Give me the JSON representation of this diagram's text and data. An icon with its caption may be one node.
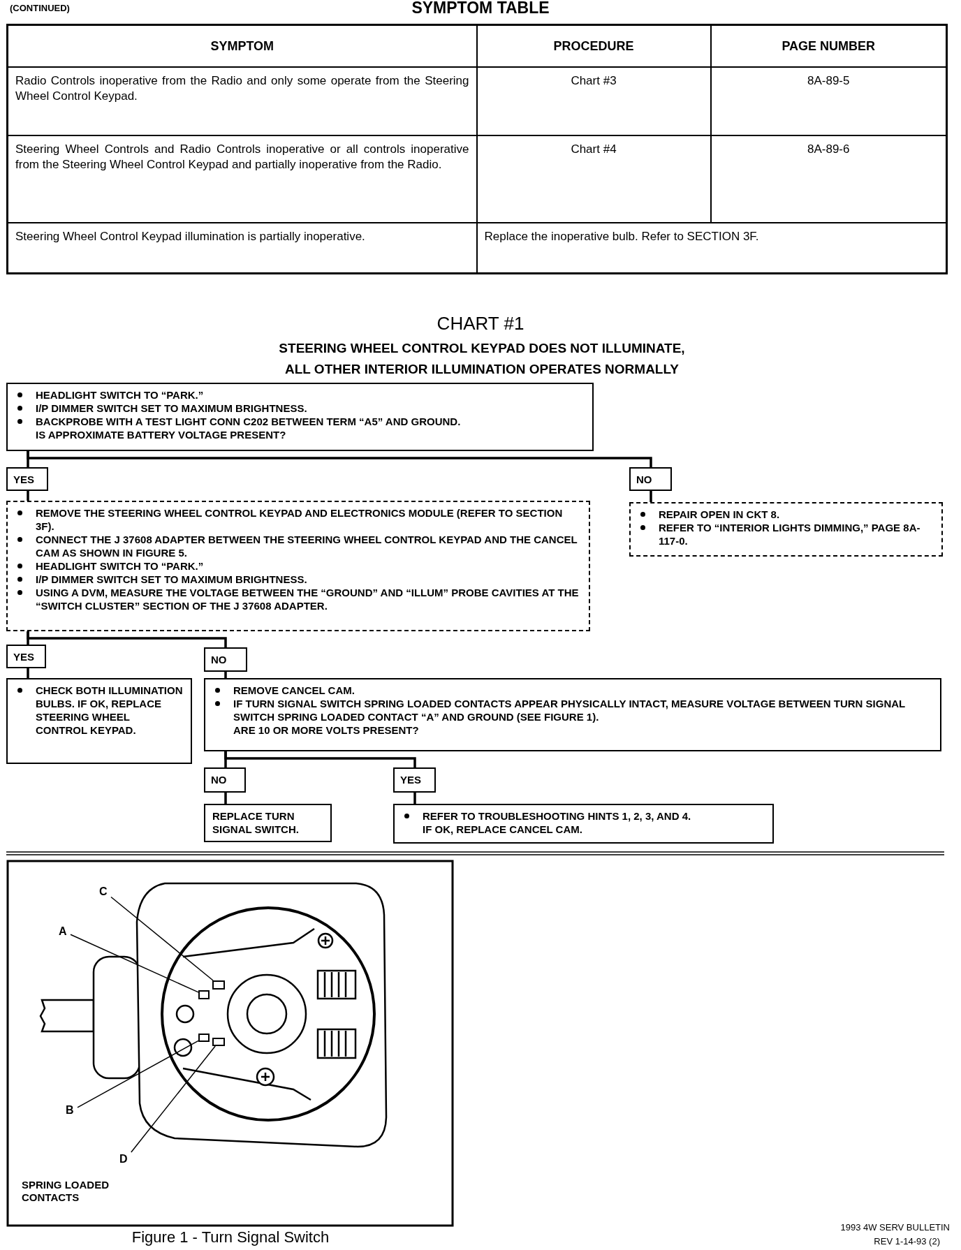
{
  "diagram": {
    "caption": "Figure 1 - Turn Signal Switch",
    "nodes": [
      {
        "text": [
          "HEADLIGHT SWITCH TO “PARK.”",
          "I/P DIMMER SWITCH SET TO MAXIMUM BRIGHTNESS.",
          "BACKPROBE WITH A TEST LIGHT CONN C202 BETWEEN TERM “A5” AND GROUND.",
          "IS APPROXIMATE BATTERY VOLTAGE PRESENT?"
        ]
      },
      {
        "text": [
          "YES"
        ]
      },
      {
        "text": [
          "NO"
        ]
      },
      {
        "text": [
          "REMOVE THE STEERING WHEEL CONTROL KEYPAD AND ELECTRONICS MODULE (REFER TO SECTION 3F).",
          "CONNECT THE J 37608 ADAPTER BETWEEN THE STEERING WHEEL CONTROL KEYPAD AND THE CANCEL CAM AS SHOWN IN FIGURE 5.",
          "HEADLIGHT SWITCH TO “PARK.”",
          "I/P DIMMER SWITCH SET TO MAXIMUM BRIGHTNESS.",
          "USING A DVM, MEASURE THE VOLTAGE BETWEEN THE “GROUND” AND “ILLUM” PROBE CAVITIES AT THE “SWITCH CLUSTER” SECTION OF THE J 37608 ADAPTER."
        ]
      },
      {
        "text": [
          "REPAIR OPEN IN CKT 8.",
          "REFER TO “INTERIOR LIGHTS DIMMING,” PAGE 8A-117-0."
        ]
      },
      {
        "text": [
          "YES"
        ]
      },
      {
        "text": [
          "NO"
        ]
      },
      {
        "text": [
          "CHECK BOTH ILLUMINATION BULBS. IF OK, REPLACE STEERING WHEEL CONTROL KEYPAD."
        ]
      },
      {
        "text": [
          "REMOVE CANCEL CAM.",
          "IF TURN SIGNAL SWITCH SPRING LOADED CONTACTS APPEAR PHYSICALLY INTACT, MEASURE VOLTAGE BETWEEN TURN SIGNAL SWITCH SPRING LOADED CONTACT “A” AND GROUND (SEE FIGURE 1).",
          "ARE 10 OR MORE VOLTS PRESENT?"
        ]
      },
      {
        "text": [
          "NO"
        ]
      },
      {
        "text": [
          "YES"
        ]
      },
      {
        "text": [
          "REPLACE TURN SIGNAL SWITCH."
        ]
      },
      {
        "text": [
          "REFER TO TROUBLESHOOTING HINTS 1, 2, 3, AND 4.",
          "IF OK, REPLACE CANCEL CAM."
        ]
      },
      {
        "text": [
          "C"
        ]
      },
      {
        "text": [
          "A"
        ]
      },
      {
        "text": [
          "B"
        ]
      },
      {
        "text": [
          "D"
        ]
      },
      {
        "text": [],
        "shape": "box"
      },
      {
        "text": [],
        "shape": "box"
      },
      {
        "text": [],
        "shape": "box"
      },
      {
        "text": [],
        "shape": "box"
      }
    ],
    "edges": [
      {
        "from": 0,
        "to": 1,
        "arrow": "none"
      },
      {
        "from": 0,
        "to": 2,
        "arrow": "none"
      },
      {
        "from": 1,
        "to": 3,
        "arrow": "none"
      },
      {
        "from": 2,
        "to": 4,
        "arrow": "none"
      },
      {
        "from": 3,
        "to": 5,
        "arrow": "none"
      },
      {
        "from": 3,
        "to": 6,
        "arrow": "none"
      },
      {
        "from": 5,
        "to": 7,
        "arrow": "none"
      },
      {
        "from": 6,
        "to": 8,
        "arrow": "none"
      },
      {
        "from": 8,
        "to": 9,
        "arrow": "none"
      },
      {
        "from": 8,
        "to": 10,
        "arrow": "none"
      },
      {
        "from": 9,
        "to": 11,
        "arrow": "none"
      },
      {
        "from": 10,
        "to": 12,
        "arrow": "none"
      },
      {
        "from": 13,
        "to": 17,
        "arrow": "none"
      },
      {
        "from": 14,
        "to": 18,
        "arrow": "none"
      },
      {
        "from": 15,
        "to": 19,
        "arrow": "none"
      },
      {
        "from": 16,
        "to": 20,
        "arrow": "none"
      }
    ],
    "labels": [
      "(CONTINUED)",
      "SYMPTOM TABLE",
      "SYMPTOM",
      "PROCEDURE",
      "PAGE NUMBER",
      "Radio Controls inoperative from the Radio and only some operate from the Steering Wheel Control Keypad.",
      "Chart #3",
      "8A-89-5",
      "Steering Wheel Controls and Radio Controls inoperative or all controls inoperative from the Steering Wheel Control Keypad and partially inoperative from the Radio.",
      "Chart #4",
      "8A-89-6",
      "Steering Wheel Control Keypad illumination is partially inoperative.",
      "Replace the inoperative bulb. Refer to SECTION 3F.",
      "CHART #1",
      "STEERING WHEEL CONTROL KEYPAD DOES NOT ILLUMINATE, ALL OTHER INTERIOR ILLUMINATION OPERATES NORMALLY",
      "SPRING LOADED CONTACTS",
      "1993 4W SERV BULLETIN",
      "REV 1-14-93 (2)"
    ]
  }
}
